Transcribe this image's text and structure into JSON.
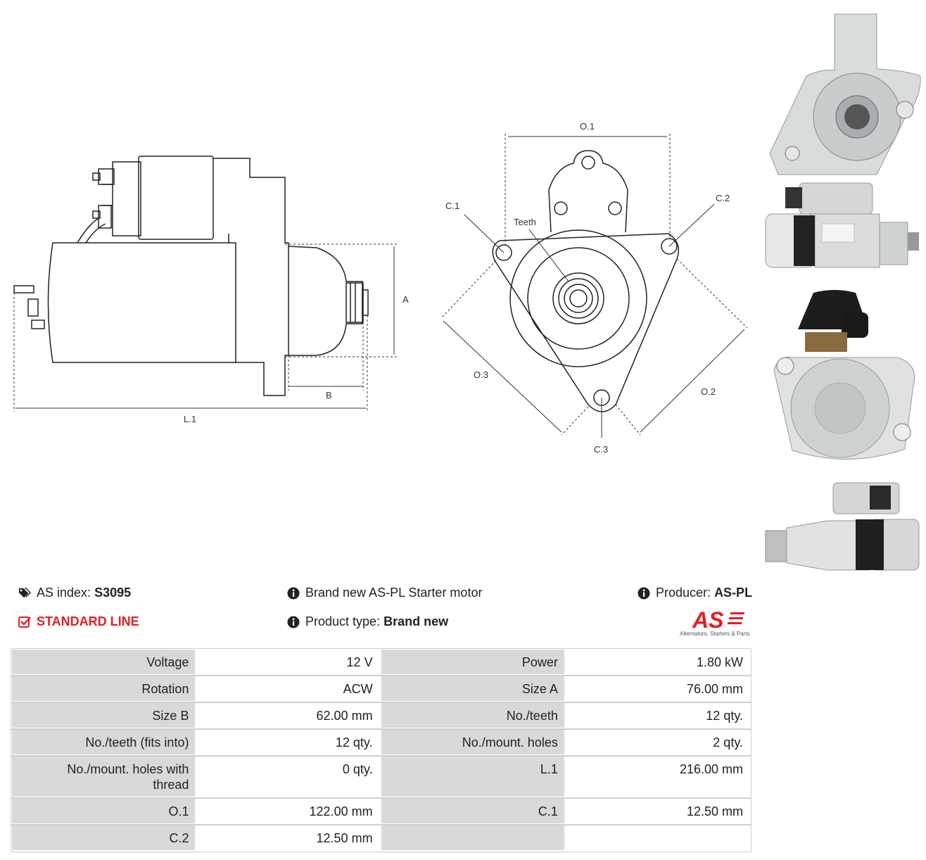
{
  "diagram": {
    "labels": {
      "l1": "L.1",
      "b": "B",
      "a": "A",
      "o1": "O.1",
      "o2": "O.2",
      "o3": "O.3",
      "c1": "C.1",
      "c2": "C.2",
      "c3": "C.3",
      "teeth": "Teeth"
    }
  },
  "header": {
    "index_label": "AS index:",
    "index_value": "S3095",
    "description": "Brand new AS-PL Starter motor",
    "producer_label": "Producer:",
    "producer_value": "AS-PL",
    "line": "STANDARD LINE",
    "type_label": "Product type:",
    "type_value": "Brand new",
    "logo_text": "AS",
    "logo_subtitle": "Alternators, Starters & Parts"
  },
  "colors": {
    "accent_red": "#e31e24",
    "label_bg": "#d9d9d9"
  },
  "specs": [
    [
      "Voltage",
      "12 V",
      "Power",
      "1.80 kW"
    ],
    [
      "Rotation",
      "ACW",
      "Size A",
      "76.00 mm"
    ],
    [
      "Size B",
      "62.00 mm",
      "No./teeth",
      "12 qty."
    ],
    [
      "No./teeth (fits into)",
      "12 qty.",
      "No./mount. holes",
      "2 qty."
    ],
    [
      "No./mount. holes with thread",
      "0 qty.",
      "L.1",
      "216.00 mm"
    ],
    [
      "O.1",
      "122.00 mm",
      "C.1",
      "12.50 mm"
    ],
    [
      "C.2",
      "12.50 mm",
      "",
      ""
    ]
  ]
}
